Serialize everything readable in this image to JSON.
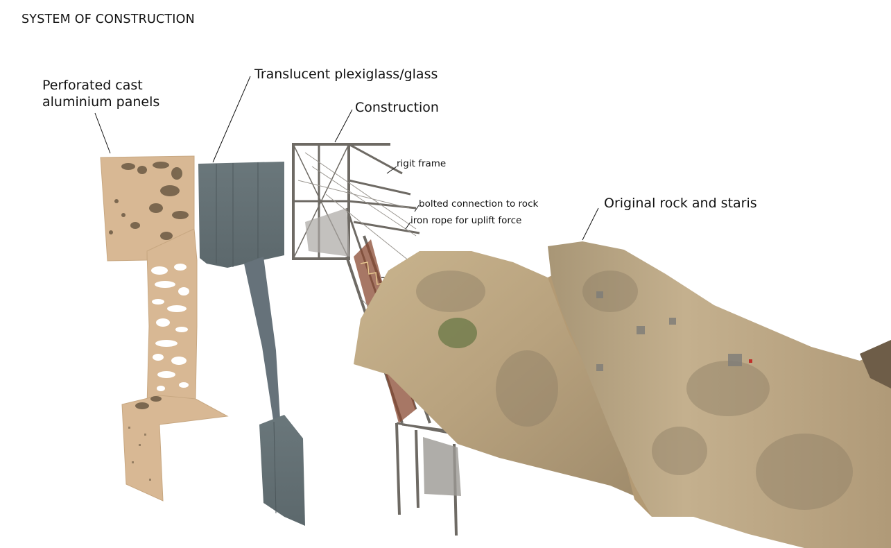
{
  "page_title": "SYSTEM OF CONSTRUCTION",
  "labels": {
    "perforated_line1": "Perforated cast",
    "perforated_line2": "aluminium panels",
    "glass": "Translucent plexiglass/glass",
    "construction": "Construction",
    "rigid_frame": "rigit frame",
    "bolted": "bolted connection to rock",
    "iron_rope": "iron rope for uplift force",
    "rock": "Original rock and staris"
  },
  "colors": {
    "aluminium": "#d8b894",
    "aluminium_holes": "#6b5a44",
    "glass": "#687478",
    "steel": "#6e6a64",
    "rock_light": "#cbb58f",
    "rock_dark": "#8e7f66",
    "stairs_rust": "#8a4a32",
    "leader": "#111111"
  }
}
